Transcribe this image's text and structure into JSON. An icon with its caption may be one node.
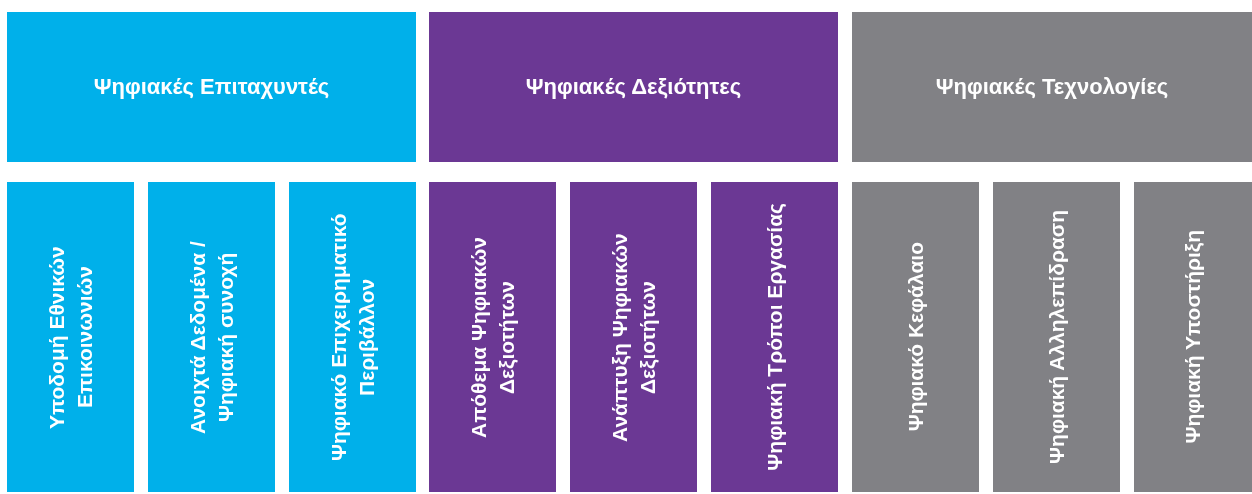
{
  "diagram": {
    "nodes": [
      {
        "text": [
          "Ψηφιακές Επιταχυντές"
        ]
      },
      {
        "text": [
          "Ψηφιακές Δεξιότητες"
        ]
      },
      {
        "text": [
          "Ψηφιακές Τεχνολογίες"
        ]
      },
      {
        "text": [
          "Υποδομή Εθνικών Επικοινωνιών"
        ]
      },
      {
        "text": [
          "Ανοιχτά Δεδομένα / Ψηφιακή συνοχή"
        ]
      },
      {
        "text": [
          "Ψηφιακό Επιχειρηματικό Περιβάλλον"
        ]
      },
      {
        "text": [
          "Απόθεμα Ψηφιακών Δεξιοτήτων"
        ]
      },
      {
        "text": [
          "Ανάπτυξη Ψηφιακών Δεξιοτήτων"
        ]
      },
      {
        "text": [
          "Ψηφιακή Τρόποι Εργασίας"
        ]
      },
      {
        "text": [
          "Ψηφιακό Κεφάλαιο"
        ]
      },
      {
        "text": [
          "Ψηφιακή Αλληλεπίδραση"
        ]
      },
      {
        "text": [
          "Ψηφιακή Υποστήριξη"
        ]
      }
    ]
  }
}
